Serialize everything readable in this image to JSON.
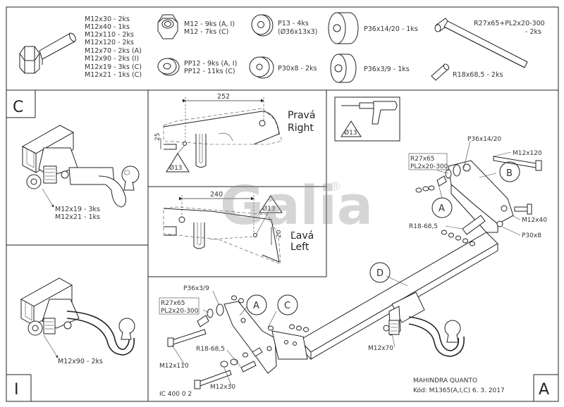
{
  "parts_list": {
    "bolt_lines": [
      "M12x30 - 2ks",
      "M12x40 - 1ks",
      "M12x110 - 2ks",
      "M12x120 - 2ks",
      "M12x70 - 2ks (A)",
      "M12x90 - 2ks (I)",
      "M12x19 - 3ks (C)",
      "M12x21 - 1ks (C)"
    ],
    "nut_lines": [
      "M12 - 9ks (A, I)",
      "M12 - 7ks (C)"
    ],
    "washer_lines": [
      "PP12 - 9ks (A, I)",
      "PP12 - 11ks (C)"
    ],
    "p13_lines": [
      "P13 - 4ks",
      "(Ø36x13x3)"
    ],
    "p30_label": "P30x8 - 2ks",
    "p36_20_label": "P36x14/20 - 1ks",
    "p36_9_label": "P36x3/9 - 1ks",
    "bar_lines": [
      "R27x65+PL2x20-300",
      "- 2ks"
    ],
    "tube_label": "R18x68,5 - 2ks"
  },
  "panel_letters": {
    "c": "C",
    "i": "I",
    "a": "A"
  },
  "callouts": {
    "c_bolts": [
      "M12x19 - 3ks",
      "M12x21 - 1ks"
    ],
    "i_bolts": "M12x90 - 2ks"
  },
  "right_detail": {
    "dimension": "252",
    "vertical_dim": "25",
    "hole": "Ø13",
    "side_cz": "Pravá",
    "side_en": "Right"
  },
  "left_detail": {
    "dimension": "240",
    "vertical_dim": "20",
    "hole": "Ø13",
    "side_cz": "Ľavá",
    "side_en": "Left"
  },
  "drill_hole": "Ø13",
  "watermark": {
    "name": "Galia",
    "mark": "®"
  },
  "assembly": {
    "p36_20": "P36x14/20",
    "m12x120": "M12x120",
    "r27": "R27x65",
    "pl2": "PL2x20-300",
    "circle_b": "B",
    "circle_a_right": "A",
    "r18_right": "R18-68,5",
    "m12x40": "M12x40",
    "p30x8": "P30x8",
    "circle_d": "D",
    "p36_9": "P36x3/9",
    "r27_left": "R27x65",
    "pl2_left": "PL2x20-300",
    "circle_a_left": "A",
    "circle_c": "C",
    "r18_left": "R18-68,5",
    "m12x110": "M12x110",
    "m12x30": "M12x30",
    "m12x70": "M12x70"
  },
  "footer": {
    "ic_code": "IC 400 0 2",
    "vehicle": "MAHINDRA QUANTO",
    "code_line": "Kód: M1365(A,I,C)  6. 3. 2017"
  }
}
